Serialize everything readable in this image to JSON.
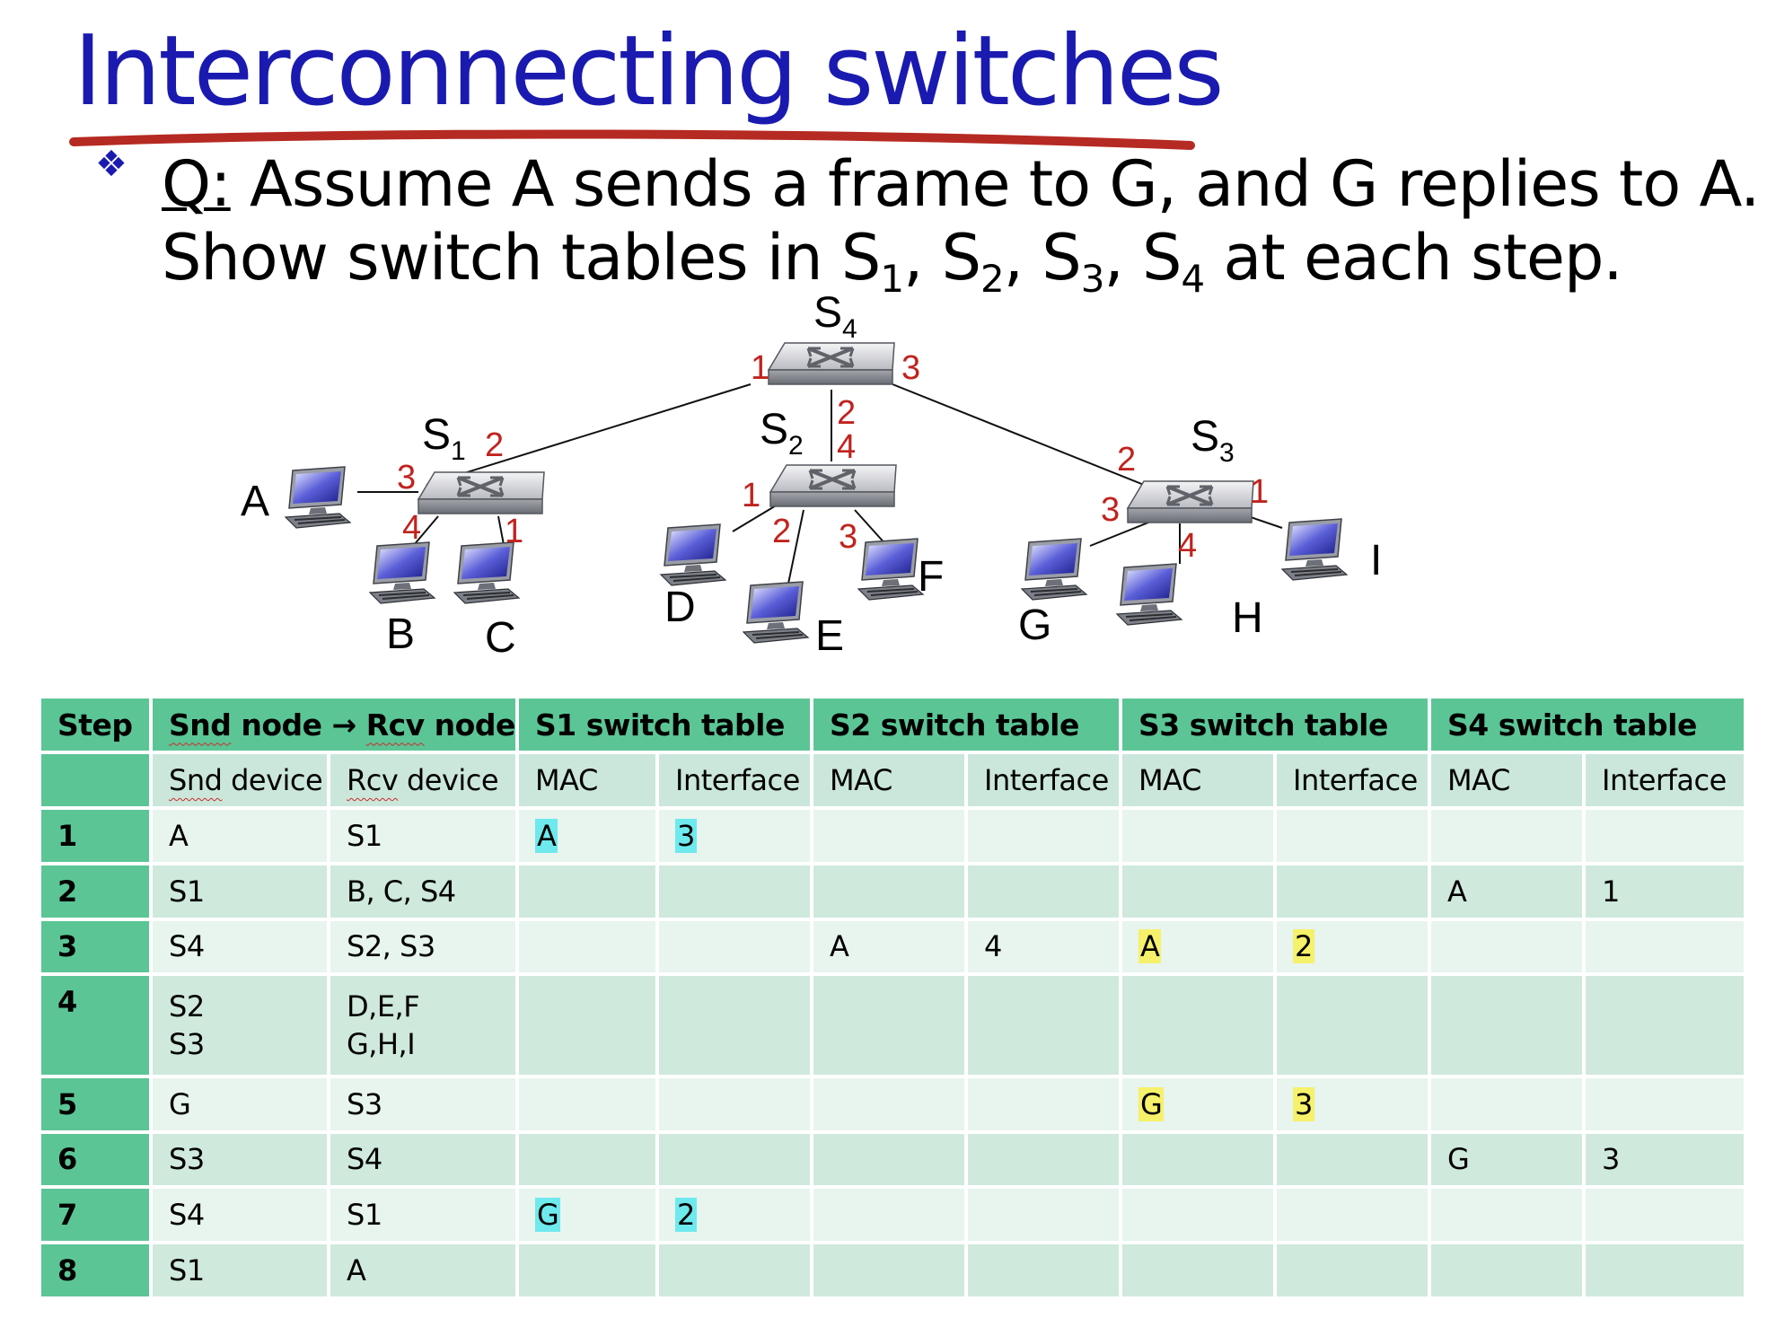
{
  "title": "Interconnecting switches",
  "question": {
    "q_label": "Q:",
    "line1_rest": " Assume A sends a frame to G, and G replies to A.",
    "line2_prefix": "Show switch tables in S",
    "sub_1": "1",
    "sep_1": ", S",
    "sub_2": "2",
    "sep_2": ", S",
    "sub_3": "3",
    "sep_3": ", S",
    "sub_4": "4",
    "line2_suffix": " at each step."
  },
  "colors": {
    "title_blue": "#1a1ab0",
    "port_red": "#c0231e",
    "header_green": "#5bc596",
    "row_light": "#e8f4ee",
    "row_mid": "#cfe9dc",
    "highlight_cyan": "#6ee9ee",
    "highlight_yellow": "#f6f16a"
  },
  "diagram": {
    "switches": {
      "s4": {
        "label": "S",
        "sub": "4"
      },
      "s1": {
        "label": "S",
        "sub": "1"
      },
      "s2": {
        "label": "S",
        "sub": "2"
      },
      "s3": {
        "label": "S",
        "sub": "3"
      }
    },
    "ports": {
      "s4_p1": "1",
      "s4_p3": "3",
      "s4_p2": "2",
      "s1_p2": "2",
      "s1_p3": "3",
      "s1_p4": "4",
      "s1_p1": "1",
      "s2_p4": "4",
      "s2_p1": "1",
      "s2_p2": "2",
      "s2_p3": "3",
      "s3_p2": "2",
      "s3_p3": "3",
      "s3_p1": "1",
      "s3_p4": "4"
    },
    "hosts": {
      "a": "A",
      "b": "B",
      "c": "C",
      "d": "D",
      "e": "E",
      "f": "F",
      "g": "G",
      "h": "H",
      "i": "I"
    },
    "icons": {
      "switch": "switch-icon",
      "host": "computer-icon"
    }
  },
  "table": {
    "header1": {
      "step": "Step",
      "snd_word": "Snd",
      "snd_mid": " node ",
      "arrow": "→",
      "rcv_gap": " ",
      "rcv_word": "Rcv",
      "rcv_tail": " node",
      "s1": "S1 switch table",
      "s2": "S2 switch table",
      "s3": "S3 switch table",
      "s4": "S4 switch table"
    },
    "header2": {
      "snd_word": "Snd",
      "snd_tail": " device",
      "rcv_word": "Rcv",
      "rcv_tail": " device",
      "mac": "MAC",
      "interface": "Interface"
    },
    "rows": [
      {
        "step": "1",
        "snd": "A",
        "rcv": "S1",
        "s1_mac": "A",
        "s1_if": "3",
        "s2_mac": "",
        "s2_if": "",
        "s3_mac": "",
        "s3_if": "",
        "s4_mac": "",
        "s4_if": ""
      },
      {
        "step": "2",
        "snd": "S1",
        "rcv": "B, C, S4",
        "s1_mac": "",
        "s1_if": "",
        "s2_mac": "",
        "s2_if": "",
        "s3_mac": "",
        "s3_if": "",
        "s4_mac": "A",
        "s4_if": "1"
      },
      {
        "step": "3",
        "snd": "S4",
        "rcv": "S2, S3",
        "s1_mac": "",
        "s1_if": "",
        "s2_mac": "A",
        "s2_if": "4",
        "s3_mac": "A",
        "s3_if": "2",
        "s4_mac": "",
        "s4_if": ""
      },
      {
        "step": "4",
        "snd": "S2\nS3",
        "rcv": "D,E,F\nG,H,I",
        "s1_mac": "",
        "s1_if": "",
        "s2_mac": "",
        "s2_if": "",
        "s3_mac": "",
        "s3_if": "",
        "s4_mac": "",
        "s4_if": ""
      },
      {
        "step": "5",
        "snd": "G",
        "rcv": "S3",
        "s1_mac": "",
        "s1_if": "",
        "s2_mac": "",
        "s2_if": "",
        "s3_mac": "G",
        "s3_if": "3",
        "s4_mac": "",
        "s4_if": ""
      },
      {
        "step": "6",
        "snd": "S3",
        "rcv": "S4",
        "s1_mac": "",
        "s1_if": "",
        "s2_mac": "",
        "s2_if": "",
        "s3_mac": "",
        "s3_if": "",
        "s4_mac": "G",
        "s4_if": "3"
      },
      {
        "step": "7",
        "snd": "S4",
        "rcv": "S1",
        "s1_mac": "G",
        "s1_if": "2",
        "s2_mac": "",
        "s2_if": "",
        "s3_mac": "",
        "s3_if": "",
        "s4_mac": "",
        "s4_if": ""
      },
      {
        "step": "8",
        "snd": "S1",
        "rcv": "A",
        "s1_mac": "",
        "s1_if": "",
        "s2_mac": "",
        "s2_if": "",
        "s3_mac": "",
        "s3_if": "",
        "s4_mac": "",
        "s4_if": ""
      }
    ]
  }
}
